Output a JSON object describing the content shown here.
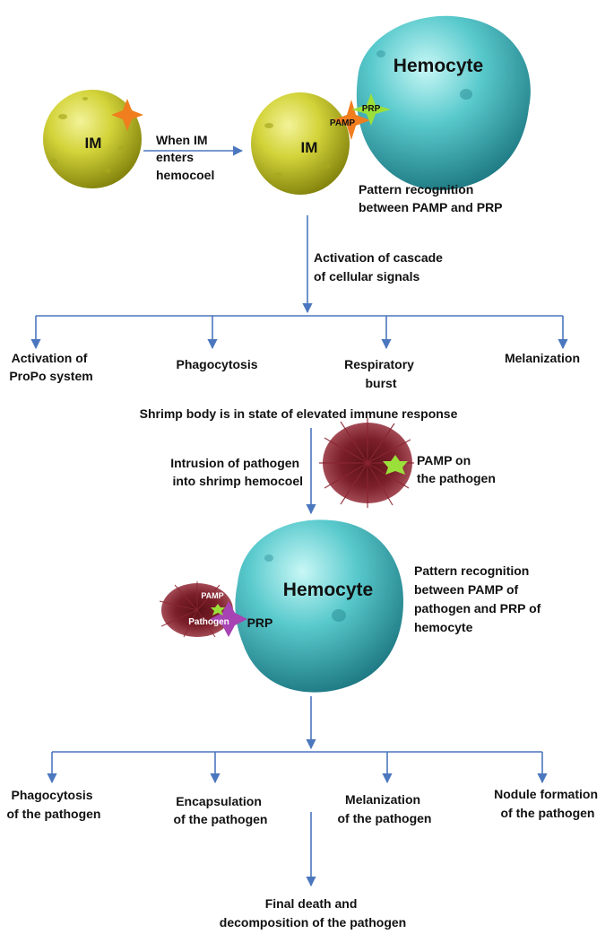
{
  "colors": {
    "im_light": "#e8e86a",
    "im_mid": "#c9c92e",
    "im_dark": "#8c8c10",
    "hemocyte_light": "#b4f1f0",
    "hemocyte_mid": "#4fc5c8",
    "hemocyte_dark": "#23858f",
    "pamp_star": "#f07d1e",
    "prp_star": "#9be03a",
    "pathogen": "#7b1f2a",
    "pathogen_prp": "#a743b3",
    "arrow": "#4b77be",
    "text": "#111111"
  },
  "top": {
    "im_left_label": "IM",
    "step_label": [
      "When IM",
      "enters",
      "hemocoel"
    ],
    "im_right_label": "IM",
    "hemocyte_label": "Hemocyte",
    "pamp_tag": "PAMP",
    "prp_tag": "PRP",
    "recognition_label": [
      "Pattern recognition",
      "between PAMP and PRP"
    ]
  },
  "cascade": {
    "label": [
      "Activation of cascade",
      "of cellular signals"
    ],
    "branches": [
      [
        "Activation of",
        "ProPo system"
      ],
      [
        "Phagocytosis"
      ],
      [
        "Respiratory",
        "burst"
      ],
      [
        "Melanization"
      ]
    ]
  },
  "state_label": "Shrimp body is in state of elevated immune response",
  "intrusion": {
    "label": [
      "Intrusion of pathogen",
      "into shrimp hemocoel"
    ],
    "pamp_label": [
      "PAMP on",
      "the pathogen"
    ]
  },
  "bottom": {
    "hemocyte_label": "Hemocyte",
    "pamp_tag": "PAMP",
    "pathogen_tag": "Pathogen",
    "prp_tag": "PRP",
    "recognition_label": [
      "Pattern recognition",
      "between PAMP of",
      "pathogen and PRP of",
      "hemocyte"
    ],
    "branches": [
      [
        "Phagocytosis",
        "of the pathogen"
      ],
      [
        "Encapsulation",
        "of the pathogen"
      ],
      [
        "Melanization",
        "of the pathogen"
      ],
      [
        "Nodule formation",
        "of the pathogen"
      ]
    ],
    "final_label": [
      "Final death and",
      "decomposition of the pathogen"
    ]
  }
}
